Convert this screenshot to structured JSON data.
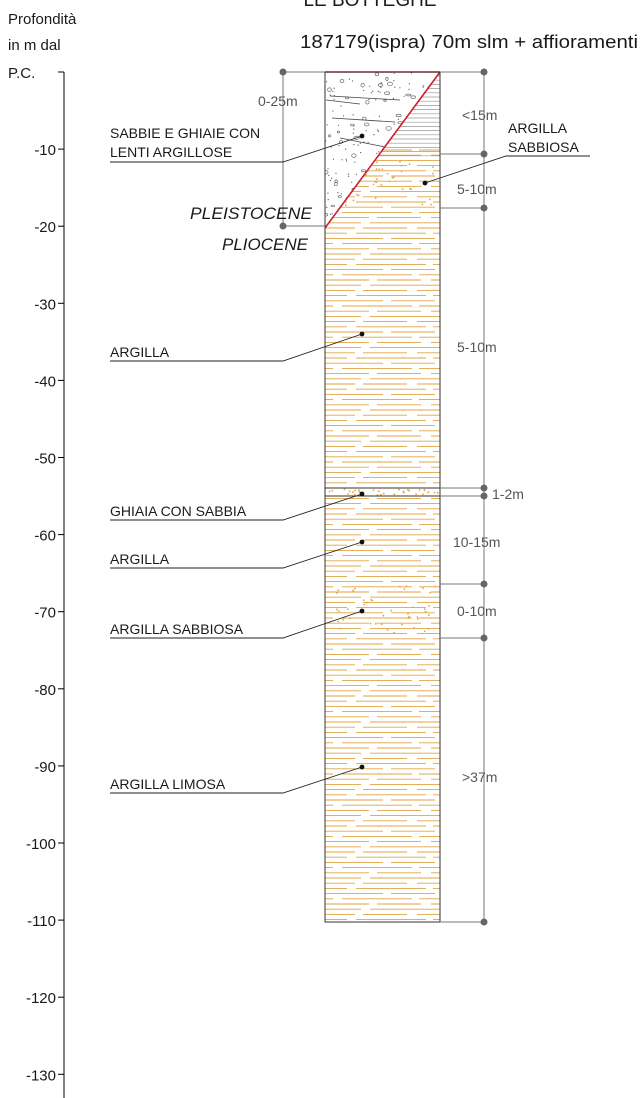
{
  "header": {
    "title_partial": "LE BOTTEGHE",
    "subtitle": "187179(ispra) 70m slm + affioramenti"
  },
  "axis": {
    "label_lines": [
      "Profondità",
      "in m dal",
      "P.C."
    ],
    "ticks": [
      -10,
      -20,
      -30,
      -40,
      -50,
      -60,
      -70,
      -80,
      -90,
      -100,
      -110,
      -120,
      -130
    ]
  },
  "ages": {
    "upper": "PLEISTOCENE",
    "lower": "PLIOCENE"
  },
  "layers": [
    {
      "id": "sabbie-ghiaie",
      "label_lines": [
        "SABBIE E GHIAIE CON",
        "LENTI ARGILLOSE"
      ],
      "thickness": "0-25m",
      "top_depth": 0,
      "bottom_depth": -20
    },
    {
      "id": "argilla-top",
      "label_lines": [],
      "thickness": "<15m",
      "top_depth": 0,
      "bottom_depth": -11
    },
    {
      "id": "argilla-sabbiosa-top",
      "label_lines": [
        "ARGILLA",
        "SABBIOSA"
      ],
      "thickness": "5-10m",
      "top_depth": -11,
      "bottom_depth": -17.5
    },
    {
      "id": "argilla-1",
      "label_lines": [
        "ARGILLA"
      ],
      "thickness": "5-10m",
      "top_depth": -17.5,
      "bottom_depth": -54.5
    },
    {
      "id": "ghiaia-sabbia",
      "label_lines": [
        "GHIAIA CON SABBIA"
      ],
      "thickness": "1-2m",
      "top_depth": -54.5,
      "bottom_depth": -55.3
    },
    {
      "id": "argilla-2",
      "label_lines": [
        "ARGILLA"
      ],
      "thickness": "10-15m",
      "top_depth": -55.3,
      "bottom_depth": -66.7
    },
    {
      "id": "argilla-sabbiosa",
      "label_lines": [
        "ARGILLA SABBIOSA"
      ],
      "thickness": "0-10m",
      "top_depth": -66.7,
      "bottom_depth": -73.7
    },
    {
      "id": "argilla-limosa",
      "label_lines": [
        "ARGILLA LIMOSA"
      ],
      "thickness": ">37m",
      "top_depth": -73.7,
      "bottom_depth": -110.6
    }
  ],
  "colors": {
    "axis": "#000000",
    "clay_stripe": "#e0a545",
    "sand_dot": "#e8a23a",
    "gravel": "#555555",
    "boundary": "#cc1f2f",
    "dimension": "#777777",
    "text": "#1a1a1a"
  }
}
